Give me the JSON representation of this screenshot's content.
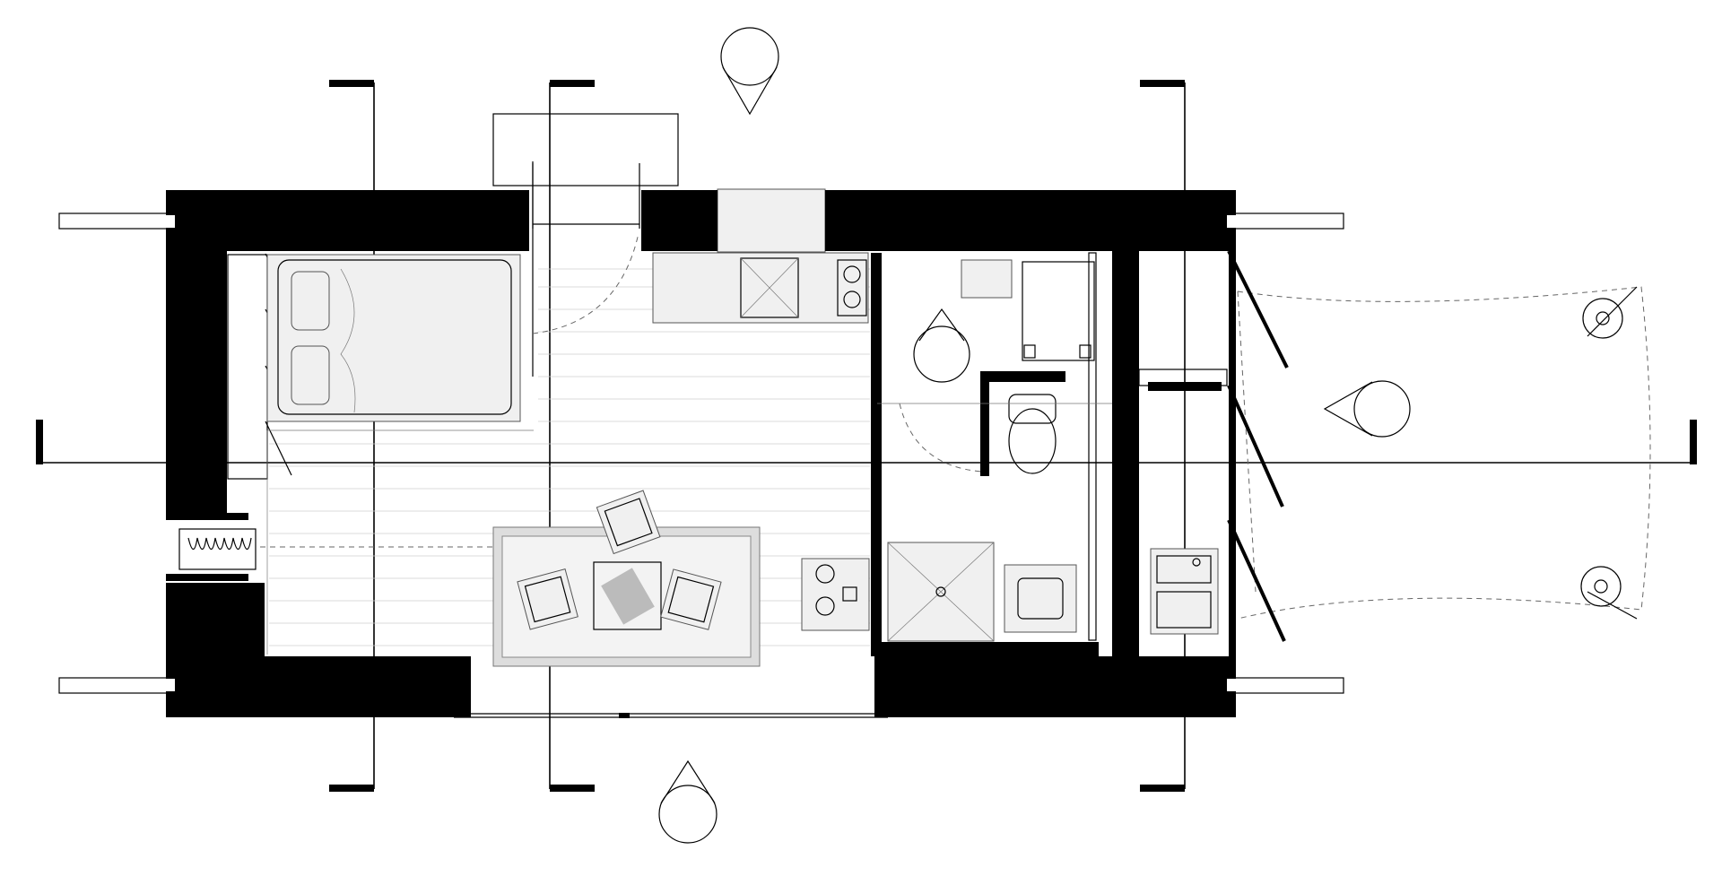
{
  "drawing": {
    "type": "architectural floor plan",
    "colors": {
      "walls": "#000000",
      "background": "#ffffff",
      "furniture_fill": "#f0f0f0",
      "floorboards": "#cfcfcf"
    }
  },
  "rooms": [
    {
      "name": "bedroom",
      "items": [
        "double-bed",
        "pillows",
        "wardrobe-shelving"
      ]
    },
    {
      "name": "living-area",
      "items": [
        "rug",
        "coffee-table",
        "armchair-left",
        "armchair-right",
        "armchair-top",
        "plant"
      ]
    },
    {
      "name": "kitchen",
      "items": [
        "kitchen-sink",
        "two-burner-cooktop",
        "range-hood",
        "kitchenette-cooktop"
      ]
    },
    {
      "name": "bathroom",
      "items": [
        "shower",
        "toilet",
        "washbasin",
        "washing-machine",
        "towel-bench"
      ]
    },
    {
      "name": "deck",
      "items": [
        "mooring-post-top",
        "mooring-post-bottom",
        "boat-hull-outline",
        "stacked-appliance"
      ]
    }
  ],
  "symbols": {
    "section_markers": 6,
    "north_arrows": 3
  }
}
